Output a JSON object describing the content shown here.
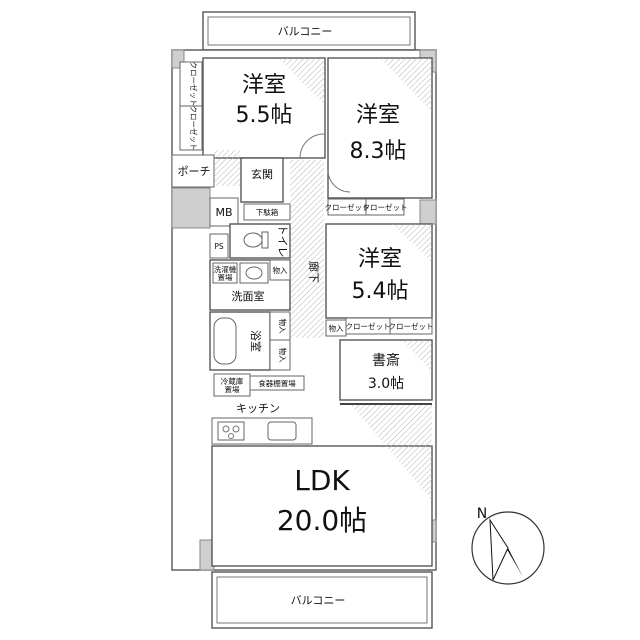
{
  "rooms": {
    "bedroom_nw": {
      "name": "洋室",
      "size": "5.5帖"
    },
    "bedroom_ne": {
      "name": "洋室",
      "size": "8.3帖"
    },
    "bedroom_e": {
      "name": "洋室",
      "size": "5.4帖"
    },
    "study": {
      "name": "書斎",
      "size": "3.0帖"
    },
    "ldk": {
      "name": "LDK",
      "size": "20.0帖"
    }
  },
  "labels": {
    "balcony_top": "バルコニー",
    "balcony_bottom": "バルコニー",
    "closet": "クローゼット",
    "porch": "ポーチ",
    "entrance": "玄関",
    "shoe_box": "下駄箱",
    "mb": "MB",
    "ps": "PS",
    "toilet": "トイレ",
    "corridor": "廊下",
    "washer_line1": "洗濯機",
    "washer_line2": "置場",
    "storage": "物入",
    "washroom": "洗面室",
    "bath": "浴室",
    "fridge_line1": "冷蔵庫",
    "fridge_line2": "置場",
    "cupboard": "食器棚置場",
    "kitchen": "キッチン"
  },
  "compass": {
    "label": "N"
  }
}
